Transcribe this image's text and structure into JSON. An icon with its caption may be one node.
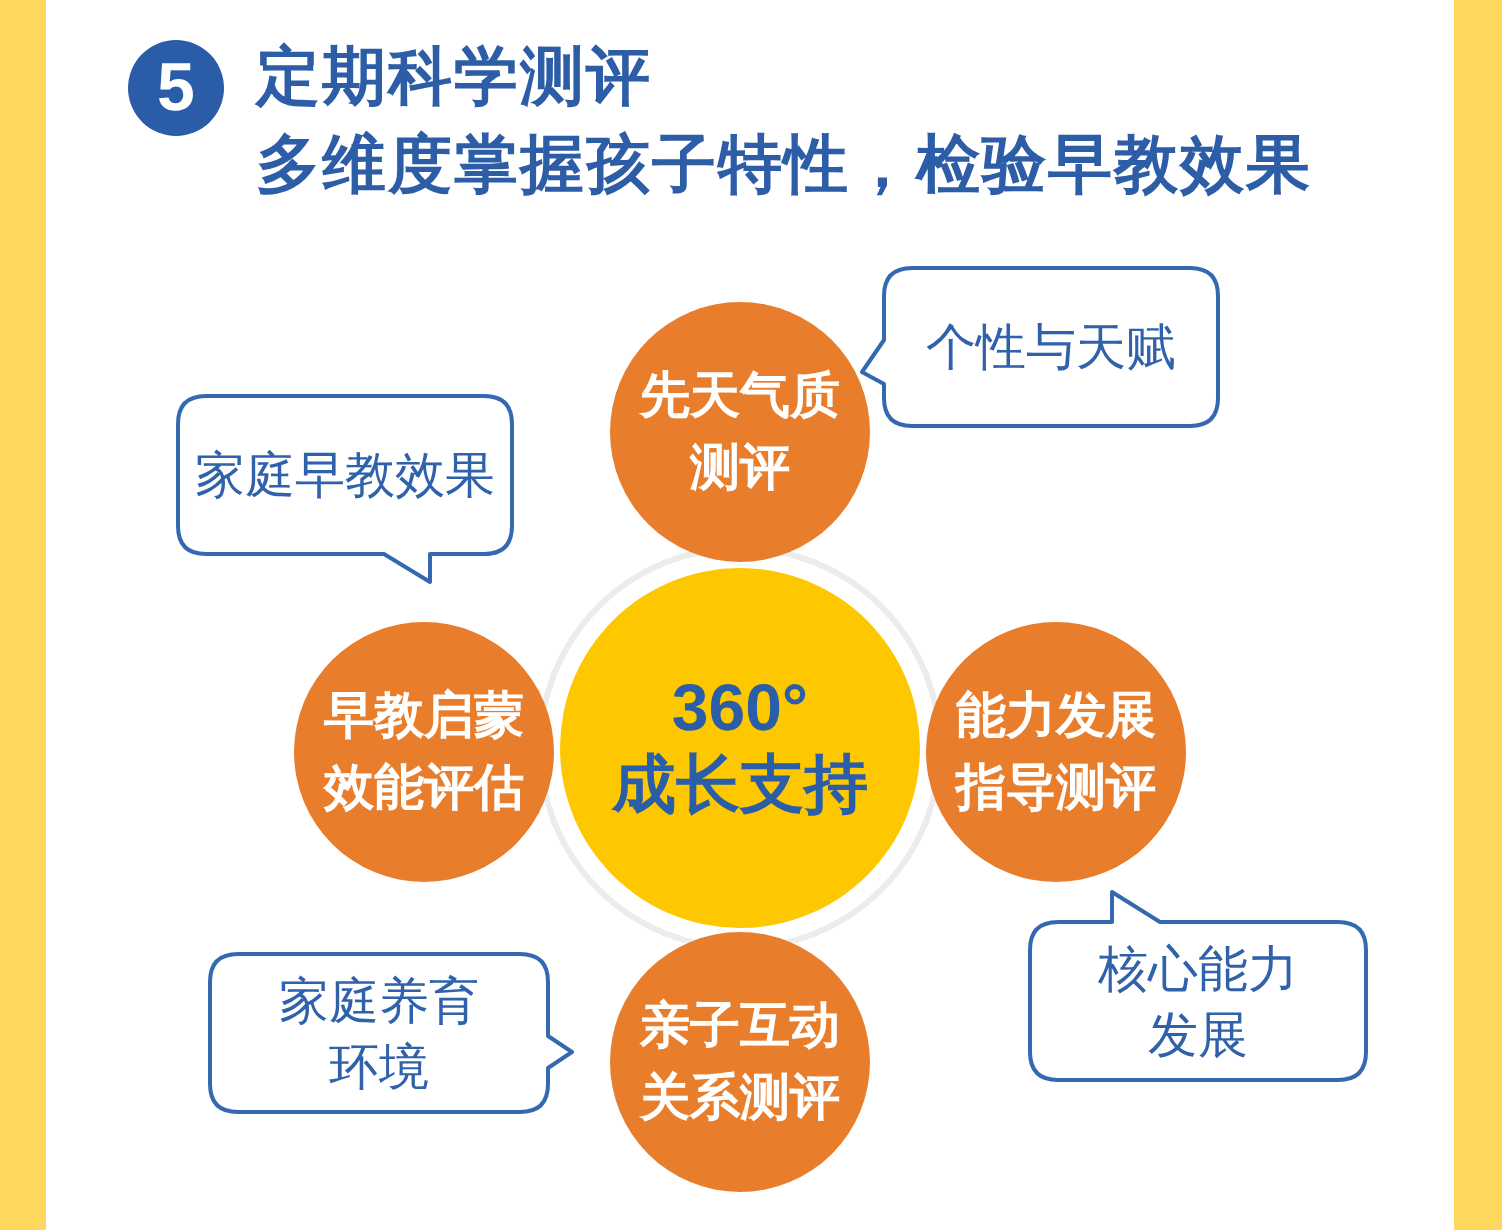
{
  "diagram": {
    "title": "定期科学测评",
    "nodes": [
      {
        "text": [
          "5"
        ]
      },
      {
        "text": [
          "家庭早教效果"
        ]
      },
      {
        "text": [
          "先天气质测评"
        ]
      },
      {
        "text": [
          "个性与天赋"
        ]
      },
      {
        "text": [
          "早教启蒙效能评估"
        ]
      },
      {
        "text": [
          "360°",
          "成长支持"
        ]
      },
      {
        "text": [
          "能力发展指导测评"
        ]
      },
      {
        "text": [
          "家庭养育环境"
        ]
      },
      {
        "text": [
          "亲子互动关系测评"
        ]
      },
      {
        "text": [
          "核心能力发展"
        ]
      }
    ],
    "labels": [
      "多维度掌握孩子特性，检验早教效果"
    ]
  }
}
